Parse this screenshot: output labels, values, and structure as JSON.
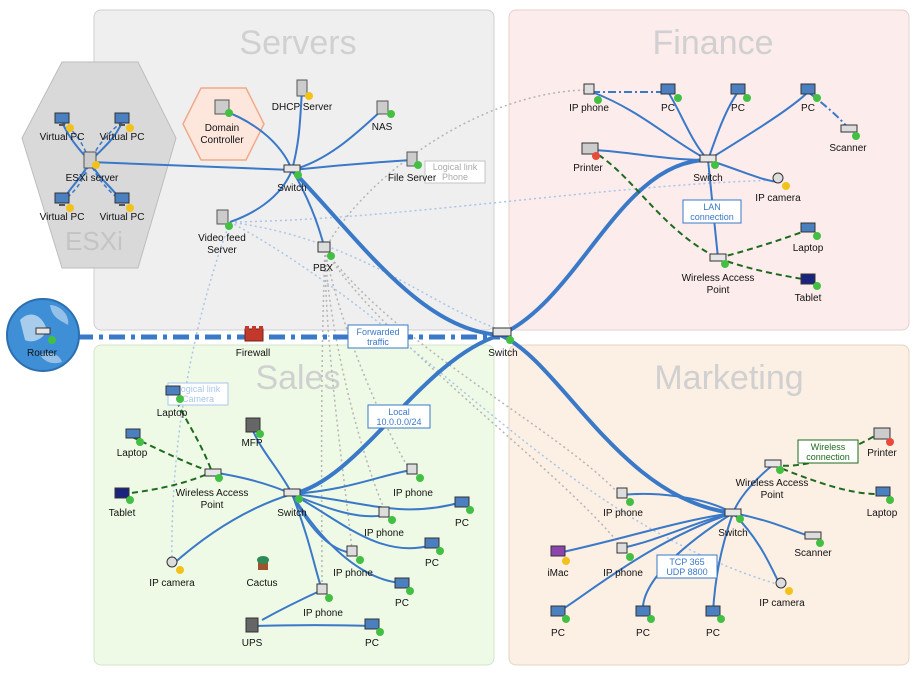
{
  "zones": {
    "servers": "Servers",
    "finance": "Finance",
    "sales": "Sales",
    "marketing": "Marketing",
    "esxi": "ESXi"
  },
  "colors": {
    "servers_bg": "#efefef",
    "finance_bg": "#fcecec",
    "sales_bg": "#eefae6",
    "marketing_bg": "#fcefe4",
    "link": "#3a78c8",
    "wifi": "#1e6b1e",
    "status_ok": "#43c043",
    "status_warn": "#f2c21b",
    "status_down": "#e84b3b"
  },
  "nodes": {
    "virtual_pc_1": "Virtual PC",
    "virtual_pc_2": "Virtual PC",
    "esxi_server": "ESXi server",
    "virtual_pc_3": "Virtual PC",
    "virtual_pc_4": "Virtual PC",
    "domain_controller_1": "Domain",
    "domain_controller_2": "Controller",
    "dhcp_server": "DHCP Server",
    "nas": "NAS",
    "servers_switch": "Switch",
    "file_server": "File Server",
    "video_feed_1": "Video feed",
    "video_feed_2": "Server",
    "pbx": "PBX",
    "router": "Router",
    "firewall": "Firewall",
    "core_switch": "Switch",
    "fin_ip_phone": "IP phone",
    "fin_pc_1": "PC",
    "fin_pc_2": "PC",
    "fin_pc_3": "PC",
    "fin_scanner": "Scanner",
    "fin_printer": "Printer",
    "fin_switch": "Switch",
    "fin_ip_camera": "IP camera",
    "fin_laptop": "Laptop",
    "fin_wap_1": "Wireless Access",
    "fin_wap_2": "Point",
    "fin_tablet": "Tablet",
    "sales_laptop_1": "Laptop",
    "sales_laptop_2": "Laptop",
    "sales_mfp": "MFP",
    "sales_wap_1": "Wireless Access",
    "sales_wap_2": "Point",
    "sales_tablet": "Tablet",
    "sales_switch": "Switch",
    "sales_ip_phone_1": "IP phone",
    "sales_ip_phone_2": "IP phone",
    "sales_ip_phone_3": "IP phone",
    "sales_ip_phone_4": "IP phone",
    "sales_pc_1": "PC",
    "sales_pc_2": "PC",
    "sales_pc_3": "PC",
    "sales_pc_4": "PC",
    "sales_ip_camera": "IP camera",
    "sales_cactus": "Cactus",
    "sales_ups": "UPS",
    "mkt_printer": "Printer",
    "mkt_wap_1": "Wireless Access",
    "mkt_wap_2": "Point",
    "mkt_laptop": "Laptop",
    "mkt_ip_phone_1": "IP phone",
    "mkt_ip_phone_2": "IP phone",
    "mkt_switch": "Switch",
    "mkt_scanner": "Scanner",
    "mkt_imac": "iMac",
    "mkt_ip_camera": "IP camera",
    "mkt_pc_1": "PC",
    "mkt_pc_2": "PC",
    "mkt_pc_3": "PC"
  },
  "annotations": {
    "logical_link_phone_1": "Logical link",
    "logical_link_phone_2": "Phone",
    "lan_connection_1": "LAN",
    "lan_connection_2": "connection",
    "forwarded_traffic_1": "Forwarded",
    "forwarded_traffic_2": "traffic",
    "logical_link_camera_1": "Logical link",
    "logical_link_camera_2": "Camera",
    "local_net_1": "Local",
    "local_net_2": "10.0.0.0/24",
    "wireless_connection_1": "Wireless",
    "wireless_connection_2": "connection",
    "tcp_udp_1": "TCP 365",
    "tcp_udp_2": "UDP 8800"
  }
}
